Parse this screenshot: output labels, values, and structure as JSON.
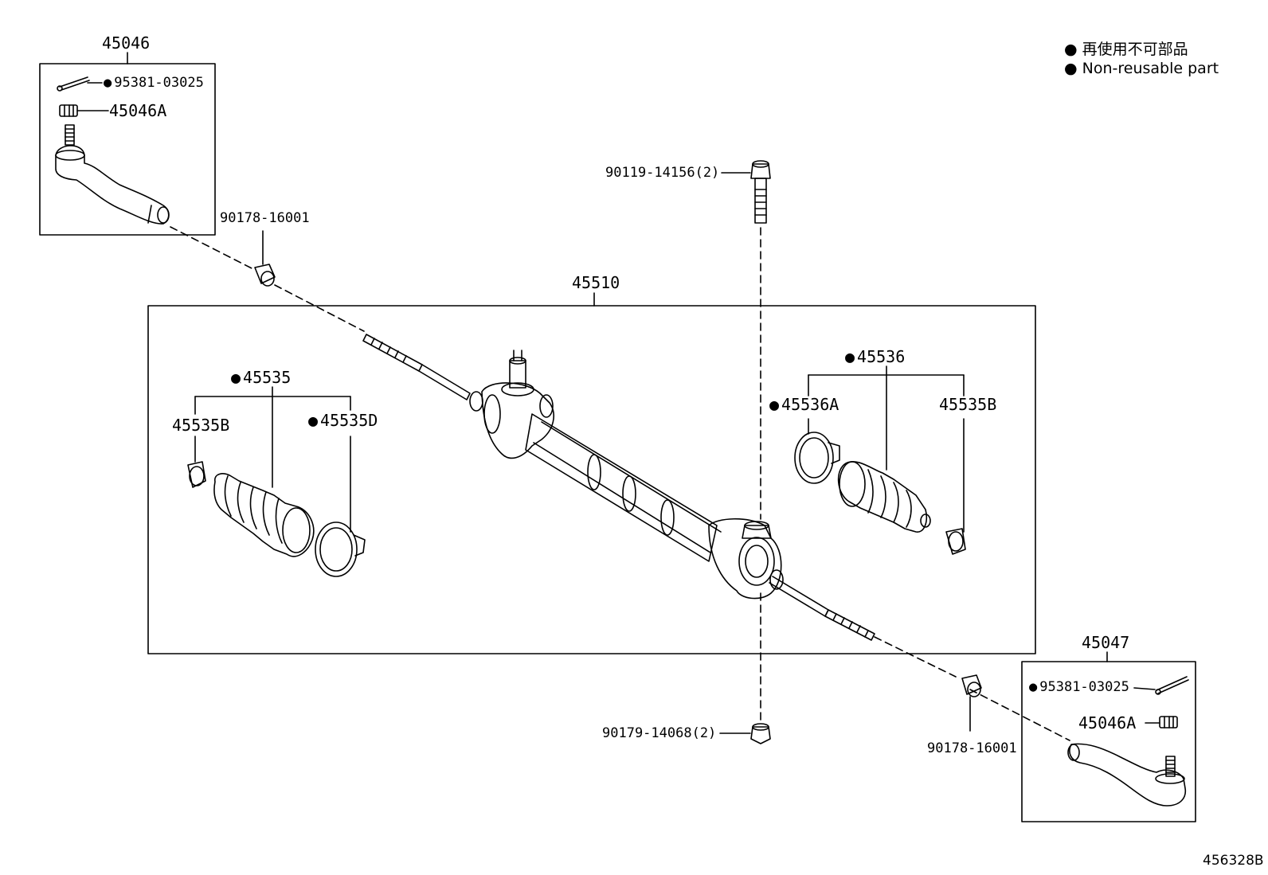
{
  "legend": {
    "marker": "●",
    "line_jp": "再使用不可部品",
    "line_en": "Non-reusable part"
  },
  "figure_code": "456328B",
  "groups": {
    "tie_rod_end_lh": "45046",
    "tie_rod_end_rh": "45047",
    "gear_assy": "45510",
    "boot_kit_lh": "45535",
    "boot_kit_rh": "45536"
  },
  "parts": {
    "cotter_pin_lh": "95381-03025",
    "nut_lh": "45046A",
    "cotter_pin_rh": "95381-03025",
    "nut_rh": "45046A",
    "bushing_lh": "90178-16001",
    "bushing_rh": "90178-16001",
    "bolt": "90119-14156(2)",
    "nut_mount": "90179-14068(2)",
    "clip_lh": "45535B",
    "clamp_lh": "45535D",
    "clamp_rh": "45536A",
    "clip_rh": "45535B"
  },
  "non_reusable": [
    "95381-03025",
    "45535",
    "45535D",
    "45536",
    "45536A"
  ]
}
